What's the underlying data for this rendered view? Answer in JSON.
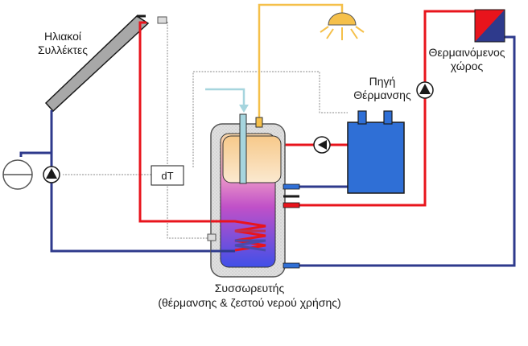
{
  "labels": {
    "collectors_line1": "Ηλιακοί",
    "collectors_line2": "Συλλέκτες",
    "heat_source_line1": "Πηγή",
    "heat_source_line2": "Θέρμανσης",
    "heated_space_line1": "Θερμαινόμενος",
    "heated_space_line2": "χώρος",
    "tank_line1": "Συσσωρευτής",
    "tank_line2": "(θέρμανσης & ζεστού νερού χρήσης)",
    "controller": "dT"
  },
  "colors": {
    "hot_pipe": "#e8141c",
    "cold_pipe": "#2e3a8c",
    "hot_water_pipe": "#f5c04a",
    "cold_water_inlet": "#a6d5de",
    "control_line": "#8a8a8a",
    "heat_source_body": "#2f6fd6",
    "insulation": "#d9d9d9",
    "collector_panel": "#a8a8a8"
  },
  "icons": [
    "solar-collector-icon",
    "pump-icon",
    "expansion-vessel-icon",
    "lamp-icon",
    "radiator-icon",
    "boiler-icon",
    "controller-icon",
    "heat-exchanger-coil-icon"
  ]
}
